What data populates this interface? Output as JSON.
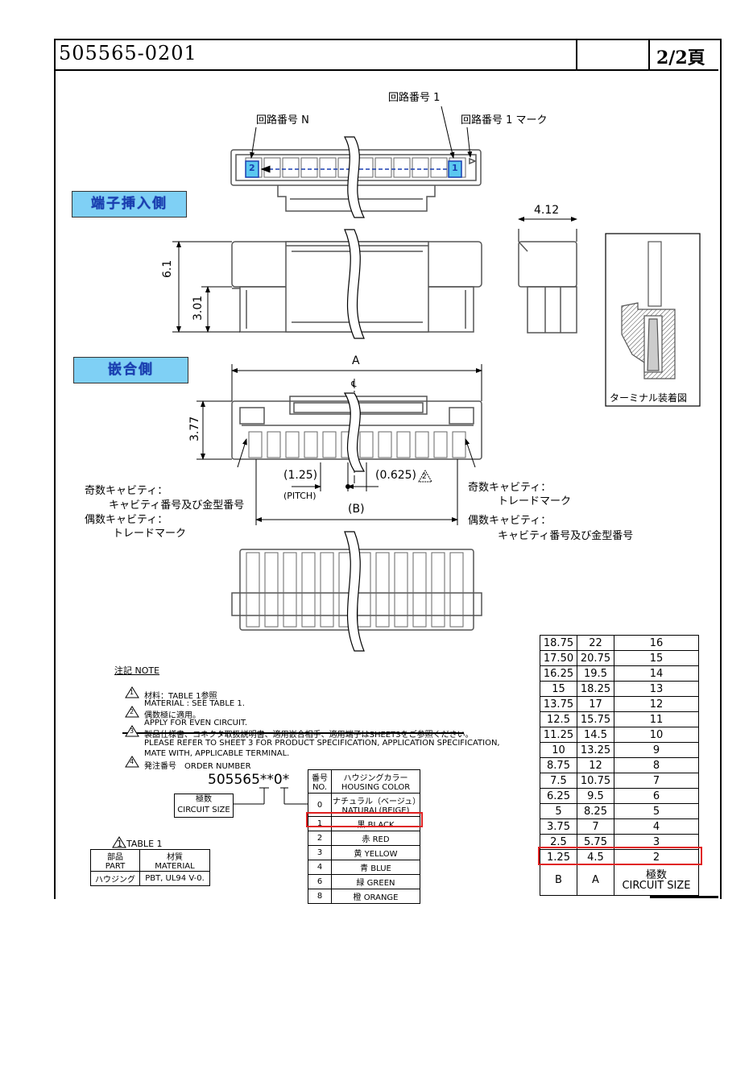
{
  "header": {
    "part_number": "505565-0201",
    "page": "2/2頁"
  },
  "labels": {
    "circuit_no_1": "回路番号 1",
    "circuit_no_n": "回路番号 N",
    "circuit_no_1_mark": "回路番号 1 マーク",
    "terminal_insert_side": "端子挿入側",
    "mating_side": "嵌合側",
    "terminal_mount_view": "ターミナル装着図",
    "pin_n": "2",
    "pin_1": "1",
    "dim_412": "4.12",
    "dim_61": "6.1",
    "dim_301": "3.01",
    "dim_377": "3.77",
    "dim_a": "A",
    "dim_125": "(1.25)",
    "pitch": "(PITCH)",
    "dim_0625": "(0.625)",
    "dim_b": "(B)",
    "cl": "℄",
    "odd_cavity_left_1": "奇数キャビティ：",
    "odd_cavity_left_2": "キャビティ番号及び金型番号",
    "even_cavity_left_1": "偶数キャビティ：",
    "even_cavity_left_2": "トレードマーク",
    "odd_cavity_right_1": "奇数キャビティ：",
    "odd_cavity_right_2": "トレードマーク",
    "even_cavity_right_1": "偶数キャビティ：",
    "even_cavity_right_2": "キャビティ番号及び金型番号"
  },
  "notes": {
    "title": "注記 NOTE",
    "n1_jp": "材料：TABLE 1参照",
    "n1_en": "MATERIAL : SEE TABLE 1.",
    "n2_jp": "偶数極に適用。",
    "n2_en": "APPLY FOR EVEN CIRCUIT.",
    "n3_jp": "製品仕様書、コネクタ取扱説明書、適用嵌合相手、適用端子はSHEET3をご参照ください。",
    "n3_en1": "PLEASE REFER TO SHEET 3 FOR PRODUCT SPECIFICATION, APPLICATION SPECIFICATION,",
    "n3_en2": "MATE WITH, APPLICABLE TERMINAL.",
    "n4": "発注番号　ORDER NUMBER",
    "num1": "1",
    "num2": "2",
    "num3": "3",
    "num4": "4"
  },
  "order": {
    "number": "505565**0*",
    "circuit_size_jp": "極数",
    "circuit_size_en": "CIRCUIT SIZE"
  },
  "table1": {
    "title": "TABLE 1",
    "num": "1",
    "h_part_jp": "部品",
    "h_part_en": "PART",
    "h_mat_jp": "材質",
    "h_mat_en": "MATERIAL",
    "part": "ハウジング",
    "material": "PBT, UL94 V-0."
  },
  "color_table": {
    "h_no_jp": "番号",
    "h_no_en": "NO.",
    "h_color_jp": "ハウジングカラー",
    "h_color_en": "HOUSING COLOR",
    "rows": [
      {
        "no": "0",
        "jp": "ナチュラル（ベージュ）",
        "en": "NATURAL(BEIGE)"
      },
      {
        "no": "1",
        "jp": "黒",
        "en": "BLACK"
      },
      {
        "no": "2",
        "jp": "赤",
        "en": "RED"
      },
      {
        "no": "3",
        "jp": "黄",
        "en": "YELLOW"
      },
      {
        "no": "4",
        "jp": "青",
        "en": "BLUE"
      },
      {
        "no": "6",
        "jp": "緑",
        "en": "GREEN"
      },
      {
        "no": "8",
        "jp": "橙",
        "en": "ORANGE"
      }
    ],
    "highlighted_no": "1"
  },
  "size_table": {
    "rows": [
      {
        "b": "18.75",
        "a": "22",
        "size": "16"
      },
      {
        "b": "17.50",
        "a": "20.75",
        "size": "15"
      },
      {
        "b": "16.25",
        "a": "19.5",
        "size": "14"
      },
      {
        "b": "15",
        "a": "18.25",
        "size": "13"
      },
      {
        "b": "13.75",
        "a": "17",
        "size": "12"
      },
      {
        "b": "12.5",
        "a": "15.75",
        "size": "11"
      },
      {
        "b": "11.25",
        "a": "14.5",
        "size": "10"
      },
      {
        "b": "10",
        "a": "13.25",
        "size": "9"
      },
      {
        "b": "8.75",
        "a": "12",
        "size": "8"
      },
      {
        "b": "7.5",
        "a": "10.75",
        "size": "7"
      },
      {
        "b": "6.25",
        "a": "9.5",
        "size": "6"
      },
      {
        "b": "5",
        "a": "8.25",
        "size": "5"
      },
      {
        "b": "3.75",
        "a": "7",
        "size": "4"
      },
      {
        "b": "2.5",
        "a": "5.75",
        "size": "3"
      },
      {
        "b": "1.25",
        "a": "4.5",
        "size": "2"
      }
    ],
    "h_b": "B",
    "h_a": "A",
    "h_size_jp": "極数",
    "h_size_en": "CIRCUIT SIZE",
    "highlighted_size": "2"
  },
  "colors": {
    "highlight": "#e02020",
    "side_label_bg": "#7fd0f5",
    "side_label_text": "#1a3fb0",
    "pin_box": "#5bc8f0"
  }
}
